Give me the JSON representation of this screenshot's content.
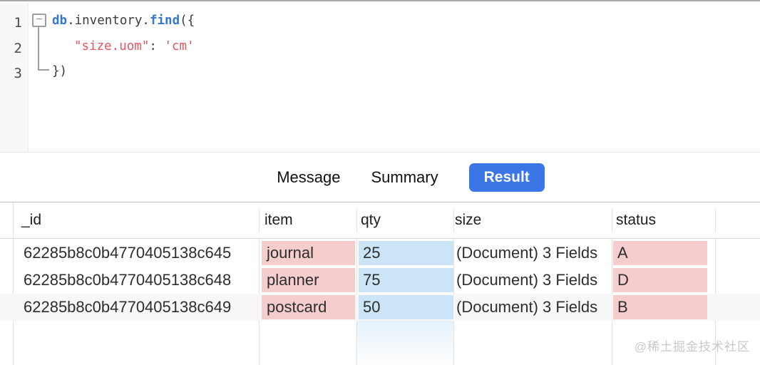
{
  "editor": {
    "fold_icon": "−",
    "lines": [
      {
        "number": "1",
        "segments": {
          "kw1": "db",
          "p1": ".inventory.",
          "kw2": "find",
          "p2": "({"
        }
      },
      {
        "number": "2",
        "segments": {
          "s1": "\"size.uom\"",
          "p1": ": ",
          "s2": "'cm'"
        }
      },
      {
        "number": "3",
        "segments": {
          "p1": "})"
        }
      }
    ]
  },
  "tabs": {
    "message": "Message",
    "summary": "Summary",
    "result": "Result"
  },
  "grid": {
    "headers": {
      "id": "_id",
      "item": "item",
      "qty": "qty",
      "size": "size",
      "status": "status"
    },
    "rows": [
      {
        "id": "62285b8c0b4770405138c645",
        "item": "journal",
        "qty": "25",
        "size": "(Document) 3 Fields",
        "status": "A"
      },
      {
        "id": "62285b8c0b4770405138c648",
        "item": "planner",
        "qty": "75",
        "size": "(Document) 3 Fields",
        "status": "D"
      },
      {
        "id": "62285b8c0b4770405138c649",
        "item": "postcard",
        "qty": "50",
        "size": "(Document) 3 Fields",
        "status": "B"
      }
    ]
  },
  "watermark": "@稀土掘金技术社区",
  "colors": {
    "accent_blue": "#3b76e6",
    "highlight_pink": "#f6cdcd",
    "highlight_blue": "#cbe5f7",
    "keyword_blue": "#3579c8",
    "string_red": "#e25563"
  }
}
